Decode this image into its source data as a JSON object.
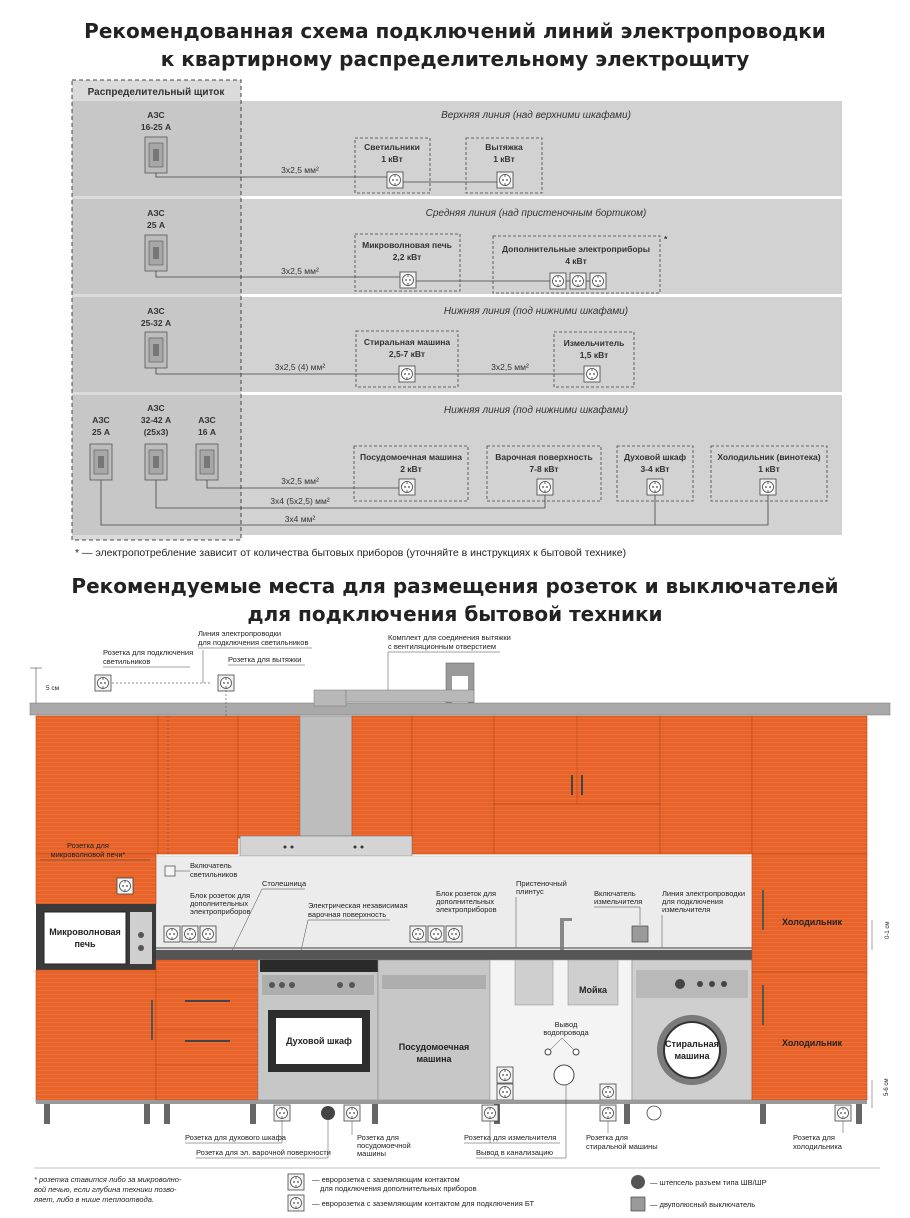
{
  "title1_line1": "Рекомендованная схема подключений линий электропроводки",
  "title1_line2": "к квартирному распределительному электрощиту",
  "panel_label": "Распределительный щиток",
  "rows": [
    {
      "line_title": "Верхняя линия (над верхними шкафами)",
      "breakers": [
        {
          "name": "АЗС",
          "rating": "16-25 А"
        }
      ],
      "cables": [
        "3х2,5 мм²"
      ],
      "devices": [
        {
          "name": "Светильники",
          "power": "1 кВт"
        },
        {
          "name": "Вытяжка",
          "power": "1 кВт"
        }
      ]
    },
    {
      "line_title": "Средняя линия (над пристеночным бортиком)",
      "breakers": [
        {
          "name": "АЗС",
          "rating": "25 А"
        }
      ],
      "cables": [
        "3х2,5 мм²"
      ],
      "devices": [
        {
          "name": "Микроволновая печь",
          "power": "2,2 кВт"
        },
        {
          "name": "Дополнительные электроприборы",
          "power": "4 кВт"
        }
      ],
      "footnote_mark": "*"
    },
    {
      "line_title": "Нижняя линия (под нижними шкафами)",
      "breakers": [
        {
          "name": "АЗС",
          "rating": "25-32 А"
        }
      ],
      "cables": [
        "3х2,5 (4) мм²",
        "3х2,5 мм²"
      ],
      "devices": [
        {
          "name": "Стиральная машина",
          "power": "2,5-7 кВт"
        },
        {
          "name": "Измельчитель",
          "power": "1,5 кВт"
        }
      ]
    },
    {
      "line_title": "Нижняя линия (под нижними шкафами)",
      "breakers": [
        {
          "name": "АЗС",
          "rating": "25 А"
        },
        {
          "name": "АЗС",
          "rating": "32-42 А",
          "extra": "(25х3)"
        },
        {
          "name": "АЗС",
          "rating": "16 А"
        }
      ],
      "cables": [
        "3х2,5 мм²",
        "3х4 (5х2,5) мм²",
        "3х4 мм²"
      ],
      "devices": [
        {
          "name": "Посудомоечная машина",
          "power": "2 кВт"
        },
        {
          "name": "Варочная поверхность",
          "power": "7-8 кВт"
        },
        {
          "name": "Духовой шкаф",
          "power": "3-4 кВт"
        },
        {
          "name": "Холодильник (винотека)",
          "power": "1 кВт"
        }
      ]
    }
  ],
  "footnote1": "* — электропотребление зависит от количества бытовых приборов (уточняйте в инструкциях к бытовой технике)",
  "title2_line1": "Рекомендуемые места для размещения розеток и выключателей",
  "title2_line2": "для подключения бытовой техники",
  "kitchen": {
    "top_labels": {
      "socket_lights_1": "Розетка для подключения",
      "socket_lights_2": "светильников",
      "wiring_line_1": "Линия электропроводки",
      "wiring_line_2": "для подключения светильников",
      "socket_hood": "Розетка для вытяжки",
      "hood_kit_1": "Комплект для соединения вытяжки",
      "hood_kit_2": "с вентиляционным отверстием",
      "dim_5cm": "5 см"
    },
    "mid_labels": {
      "micro_socket_1": "Розетка для",
      "micro_socket_2": "микроволновой печи*",
      "light_switch_1": "Включатель",
      "light_switch_2": "светильников",
      "countertop": "Столешница",
      "socket_block_1": "Блок розеток для",
      "socket_block_2": "дополнительных",
      "socket_block_3": "электроприборов",
      "hob_1": "Электрическая независимая",
      "hob_2": "варочная поверхность",
      "socket_block2_1": "Блок розеток для",
      "socket_block2_2": "дополнительных",
      "socket_block2_3": "электроприборов",
      "plinth_1": "Пристеночный",
      "plinth_2": "плинтус",
      "shredder_switch_1": "Включатель",
      "shredder_switch_2": "измельчителя",
      "shredder_line_1": "Линия электропроводки",
      "shredder_line_2": "для подключения",
      "shredder_line_3": "измельчителя",
      "dim_01cm": "0-1 см",
      "dim_56cm": "5-6 см"
    },
    "appliances": {
      "microwave_1": "Микроволновая",
      "microwave_2": "печь",
      "oven": "Духовой шкаф",
      "dishwasher_1": "Посудомоечная",
      "dishwasher_2": "машина",
      "sink": "Мойка",
      "washer_1": "Стиральная",
      "washer_2": "машина",
      "fridge_top": "Холодильник",
      "fridge_bottom": "Холодильник",
      "water_outlet_1": "Вывод",
      "water_outlet_2": "водопровода"
    },
    "bottom_labels": {
      "oven_socket": "Розетка для духового шкафа",
      "hob_socket": "Розетка для эл. варочной поверхности",
      "dw_socket_1": "Розетка для",
      "dw_socket_2": "посудомоечной",
      "dw_socket_3": "машины",
      "shredder_socket": "Розетка для измельчителя",
      "drain": "Вывод в канализацию",
      "washer_socket_1": "Розетка для",
      "washer_socket_2": "стиральной машины",
      "fridge_socket_1": "Розетка для",
      "fridge_socket_2": "холодильника"
    }
  },
  "legend": {
    "note_1": "* розетка ставится либо за микроволно-",
    "note_2": "вой печью, если глубина техники позво-",
    "note_3": "ляет, либо в нише теплоотвода.",
    "item1_1": "— евророзетка с заземляющим контактом",
    "item1_2": "для подключения дополнительных приборов",
    "item2": "— евророзетка с заземляющим контактом для подключения БТ",
    "item3": "— штепсель разъем типа ШВ/ШР",
    "item4": "— двуполюсный выключатель"
  },
  "colors": {
    "panel_bg": "#d2d2d2",
    "cabinet": "#e8632a",
    "cabinet_light": "#f07a3c",
    "appliance": "#cfcfcf"
  }
}
